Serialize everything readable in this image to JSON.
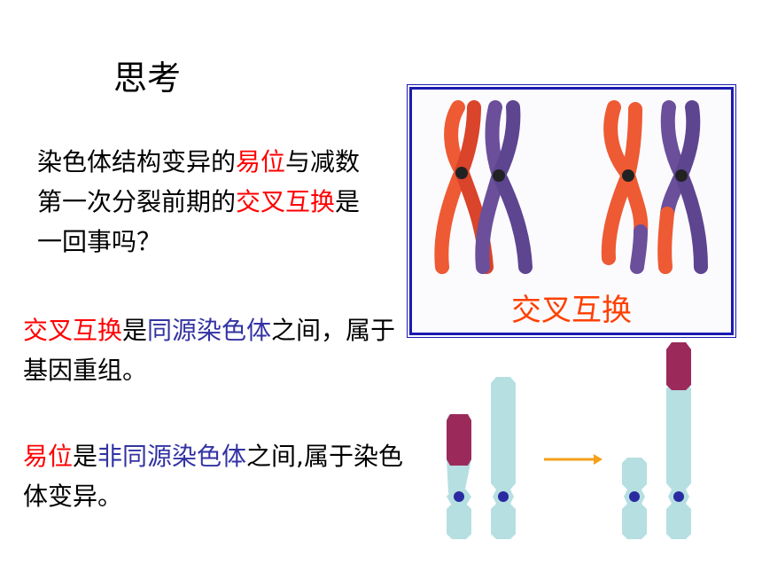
{
  "slide": {
    "title": "思考",
    "question": {
      "p1": "染色体结构变异的",
      "h1": "易位",
      "p2": "与减数第一次分裂前期的",
      "h2": "交叉互换",
      "p3": "是一回事吗？"
    },
    "answer1": {
      "h1": "交叉互换",
      "p1": "是",
      "h2": "同源染色体",
      "p2": "之间，属于基因重组。"
    },
    "answer2": {
      "h1": "易位",
      "p1": "是",
      "h2": "非同源染色体",
      "p2": "之间,属于染色体变异。"
    },
    "figure_caption": "交叉互换"
  },
  "colors": {
    "highlight_red": "#ff0000",
    "highlight_blue": "#3333a3",
    "caption_orange": "#ff4000",
    "frame_blue": "#1a1ab0",
    "chromosome_red": "#ee5a33",
    "chromosome_purple": "#6b4f9a",
    "chromosome_light": "#b6dfe2",
    "segment_maroon": "#9b2a5a",
    "centromere": "#2a2ba0",
    "arrow": "#f5a01a"
  },
  "icons": [
    "chromosome-illustration",
    "arrow-right-icon"
  ]
}
